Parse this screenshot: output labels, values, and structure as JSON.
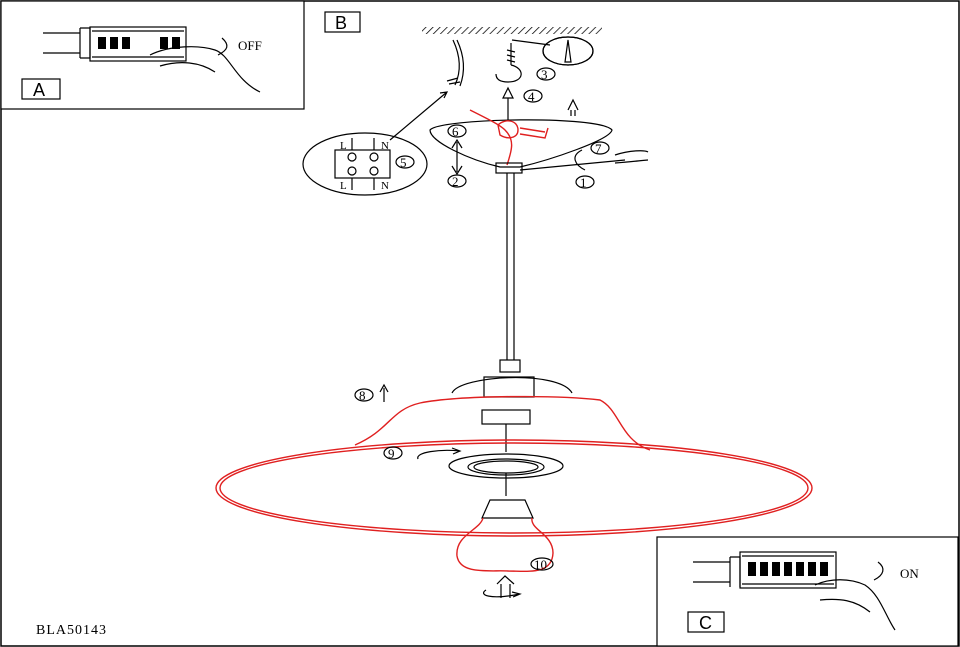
{
  "panels": {
    "a": {
      "label": "A",
      "status": "OFF"
    },
    "b": {
      "label": "B"
    },
    "c": {
      "label": "C",
      "status": "ON"
    }
  },
  "terminal": {
    "top_left": "L",
    "top_right": "N",
    "bottom_left": "L",
    "bottom_right": "N"
  },
  "steps": [
    "1",
    "2",
    "3",
    "4",
    "5",
    "6",
    "7",
    "8",
    "9",
    "10"
  ],
  "model_code": "BLA50143",
  "colors": {
    "line": "#000000",
    "highlight": "#e02020"
  }
}
